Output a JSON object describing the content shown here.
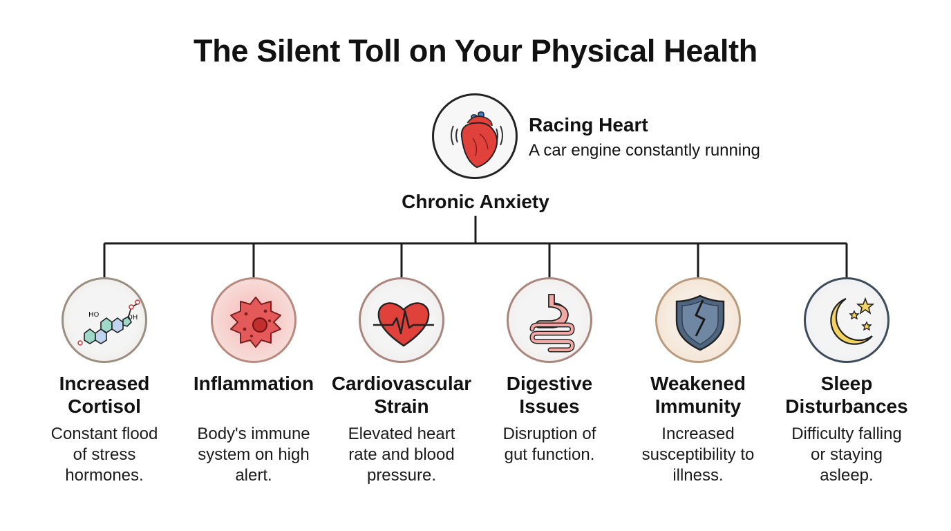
{
  "title": "The Silent Toll on Your Physical Health",
  "hero": {
    "icon": "anatomical-heart-icon",
    "title": "Racing Heart",
    "description": "A car engine constantly running"
  },
  "root": {
    "label": "Chronic Anxiety"
  },
  "effects": [
    {
      "title_line1": "Increased",
      "title_line2": "Cortisol",
      "desc_line1": "Constant flood",
      "desc_line2": "of stress",
      "desc_line3": "hormones.",
      "icon": "cortisol-molecule-icon"
    },
    {
      "title_line1": "Inflammation",
      "title_line2": "",
      "desc_line1": "Body's immune",
      "desc_line2": "system on high",
      "desc_line3": "alert.",
      "icon": "inflamed-cell-icon"
    },
    {
      "title_line1": "Cardiovascular",
      "title_line2": "Strain",
      "desc_line1": "Elevated heart",
      "desc_line2": "rate and blood",
      "desc_line3": "pressure.",
      "icon": "heartbeat-icon"
    },
    {
      "title_line1": "Digestive",
      "title_line2": "Issues",
      "desc_line1": "Disruption of",
      "desc_line2": "gut function.",
      "desc_line3": "",
      "icon": "stomach-icon"
    },
    {
      "title_line1": "Weakened",
      "title_line2": "Immunity",
      "desc_line1": "Increased",
      "desc_line2": "susceptibility to",
      "desc_line3": "illness.",
      "icon": "cracked-shield-icon"
    },
    {
      "title_line1": "Sleep",
      "title_line2": "Disturbances",
      "desc_line1": "Difficulty falling",
      "desc_line2": "or staying",
      "desc_line3": "asleep.",
      "icon": "moon-stars-icon"
    }
  ],
  "colors": {
    "line": "#1a1a1a",
    "heart_red": "#e0413a",
    "cell_red": "#e45a5a",
    "shield_blue": "#4f6680",
    "moon_yellow": "#f4d35e"
  }
}
